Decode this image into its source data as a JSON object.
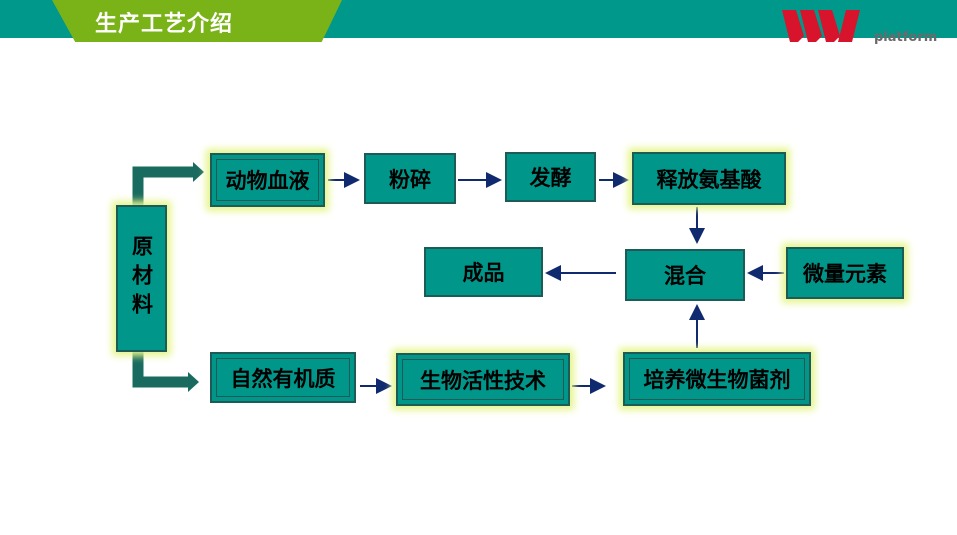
{
  "header": {
    "title": "生产工艺介绍",
    "logo_text": "platform",
    "logo_alt": "WI"
  },
  "flow": {
    "raw_material": "原材料",
    "animal_blood": "动物血液",
    "crushing": "粉碎",
    "fermentation": "发酵",
    "amino_release": "释放氨基酸",
    "product": "成品",
    "mixing": "混合",
    "trace_elements": "微量元素",
    "natural_organic": "自然有机质",
    "bio_activity": "生物活性技术",
    "microbe_culture": "培养微生物菌剂"
  },
  "colors": {
    "header_bar": "#00988a",
    "title_tab": "#7ab317",
    "box_fill": "#00968a",
    "box_glow": "#e6f58c",
    "arrow": "#0f2a6e",
    "logo_red": "#d7142b"
  }
}
